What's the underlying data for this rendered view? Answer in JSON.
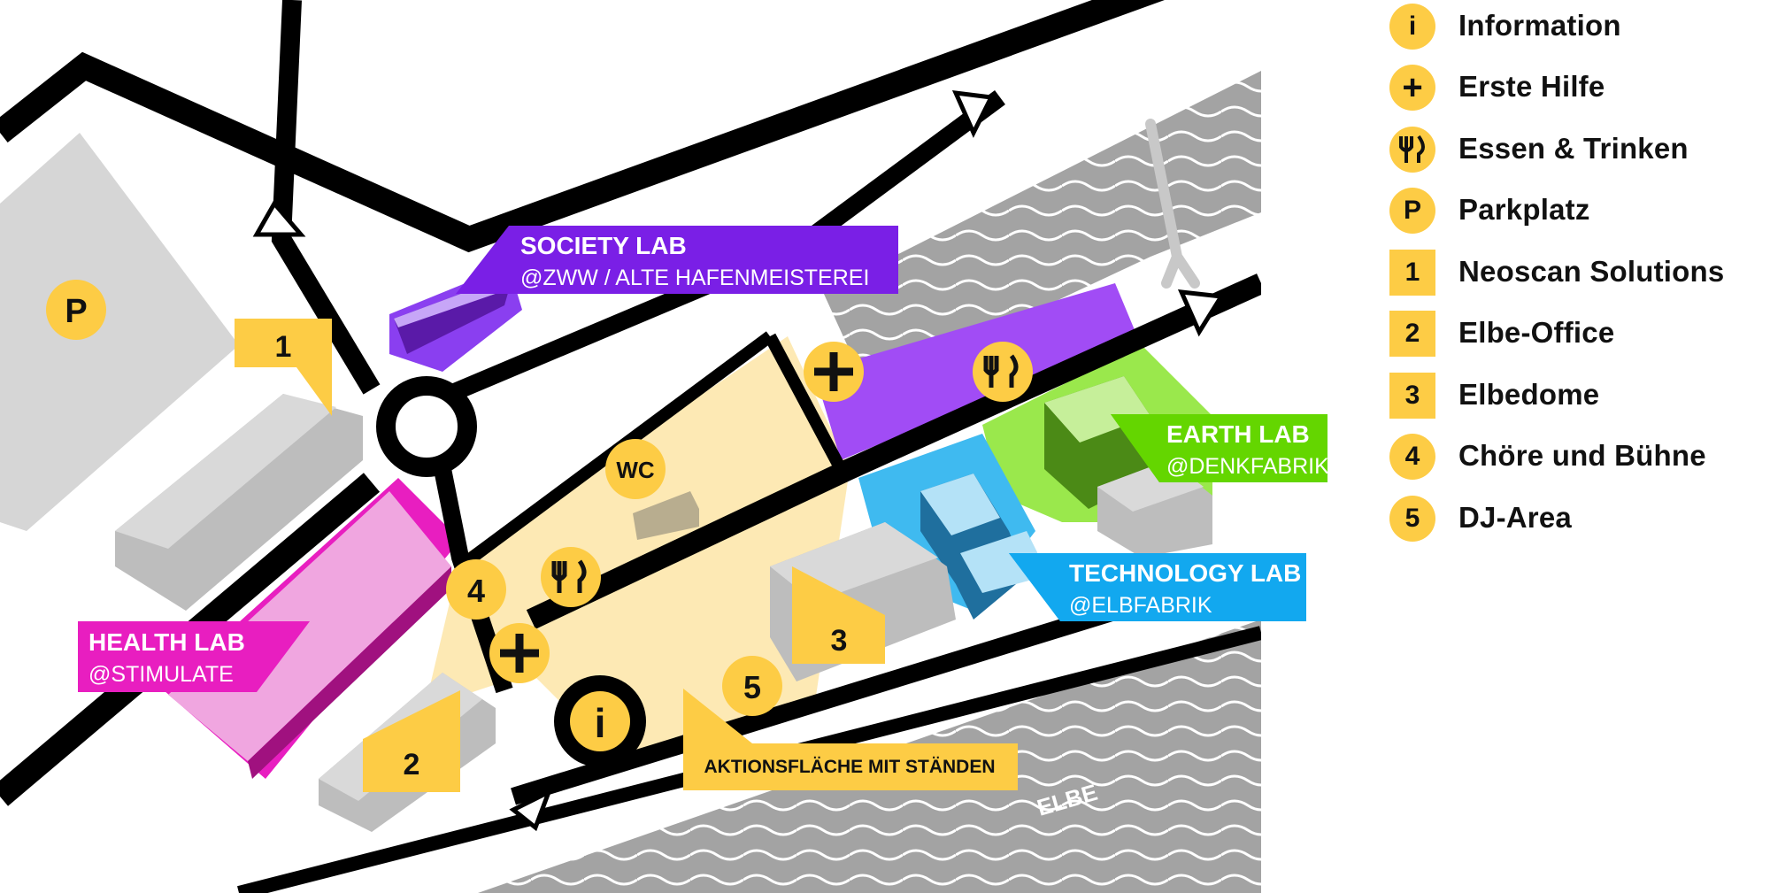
{
  "map": {
    "labs": {
      "society": {
        "name": "SOCIETY LAB",
        "venue": "@ZWW / ALTE HAFENMEISTEREI",
        "color": "#7a1fe6"
      },
      "health": {
        "name": "HEALTH LAB",
        "venue": "@STIMULATE",
        "color": "#e81ec0"
      },
      "earth": {
        "name": "EARTH LAB",
        "venue": "@DENKFABRIK",
        "color": "#64d600"
      },
      "technology": {
        "name": "TECHNOLOGY LAB",
        "venue": "@ELBFABRIK",
        "color": "#12a8ef"
      }
    },
    "markers": {
      "info": "i",
      "wc": "WC",
      "parking": "P",
      "num1": "1",
      "num2": "2",
      "num3": "3",
      "num4": "4",
      "num5": "5"
    },
    "aktionsflaeche": "AKTIONSFLÄCHE MIT STÄNDEN",
    "river": "ELBE"
  },
  "colors": {
    "marker": "#fdcc45",
    "road": "#000000",
    "building": "#cfcfcf",
    "water": "#a3a3a3",
    "area": "#fde9b4"
  },
  "legend": [
    {
      "icon": "info-icon",
      "shape": "circle",
      "glyph": "i",
      "label": "Information"
    },
    {
      "icon": "first-aid-icon",
      "shape": "circle",
      "glyph": "+",
      "label": "Erste Hilfe"
    },
    {
      "icon": "food-icon",
      "shape": "circle",
      "glyph": "",
      "label": "Essen & Trinken"
    },
    {
      "icon": "parking-icon",
      "shape": "circle",
      "glyph": "P",
      "label": "Parkplatz"
    },
    {
      "icon": "number-1-icon",
      "shape": "square",
      "glyph": "1",
      "label": "Neoscan Solutions"
    },
    {
      "icon": "number-2-icon",
      "shape": "square",
      "glyph": "2",
      "label": "Elbe-Office"
    },
    {
      "icon": "number-3-icon",
      "shape": "square",
      "glyph": "3",
      "label": "Elbedome"
    },
    {
      "icon": "number-4-icon",
      "shape": "circle",
      "glyph": "4",
      "label": "Chöre und Bühne"
    },
    {
      "icon": "number-5-icon",
      "shape": "circle",
      "glyph": "5",
      "label": "DJ-Area"
    }
  ]
}
